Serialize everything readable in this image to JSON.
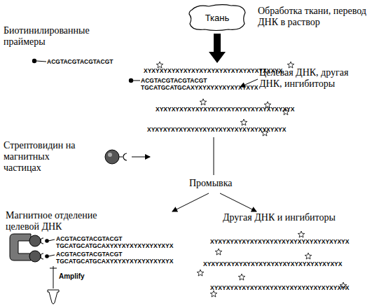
{
  "diagram": {
    "nodes": [
      {
        "text": [
          "Ткань"
        ]
      }
    ],
    "labels": [
      "Обработка ткани, перевод ДНК в раствор",
      "Биотинилированные праймеры",
      "ACGTACGTACGTACGT",
      "XYXYXYXYXYXYXYXYXYXYXYXYXYXYXYXYXYX",
      "Целевая ДНК, другая ДНК, ингибиторы",
      "ACGTACGTACGTACGT",
      "TGCATGCATGCAXYXYXYXYXYXYXYXYX",
      "XYXYXYXYXYXYXYXYXYXYXYXYXYXYXYXYXYX",
      "XYXYXYXYXYXYXYXYXYXYXYXYXYXYXYXYXYX",
      "Стрептовидин на магнитных частицах",
      "Промывка",
      "Магнитное отделение целевой ДНК",
      "Другая ДНК и ингибиторы",
      "ACGTACGTACGTACGT",
      "TGCATGCATGCAXYXYXYXYXYXYXYXYX",
      "ACGTACGTACGTACGT",
      "TGCATGCATGCAXYXYXYXYXYXYXYXYX",
      "XYXYXYXYXYXYXYXYXYXYXYXYXYXYXYXYXYX",
      "XYXYXYXYXYXYXYXYXYXYXYXYXYXYXYXYXYX",
      "XYXYXYXYXYXYXYXYXYXYXYXYXYXYXYXYXYX",
      "Amplify"
    ]
  }
}
